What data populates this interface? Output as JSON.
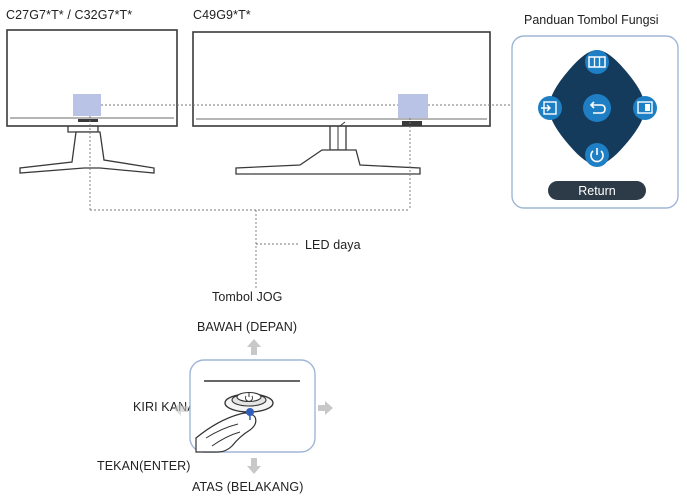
{
  "labels": {
    "model_left": "C27G7*T* / C32G7*T*",
    "model_right": "C49G9*T*",
    "guide_title": "Panduan Tombol Fungsi",
    "led": "LED daya",
    "jog": "Tombol JOG",
    "down": "BAWAH (DEPAN)",
    "left_right": "KIRI KANAN",
    "press": "TEKAN(ENTER)",
    "up": "ATAS (BELAKANG)"
  },
  "guide": {
    "return_label": "Return",
    "icons": {
      "top": "menu-grid-icon",
      "left": "source-input-icon",
      "center": "return-icon",
      "right": "picture-mode-icon",
      "bottom": "power-icon"
    }
  },
  "colors": {
    "guide_blue": "#1e7fc4",
    "guide_dark": "#143a5c",
    "highlight": "#b9c3e6",
    "panel_border": "#9fb6d6",
    "line": "#555555"
  }
}
